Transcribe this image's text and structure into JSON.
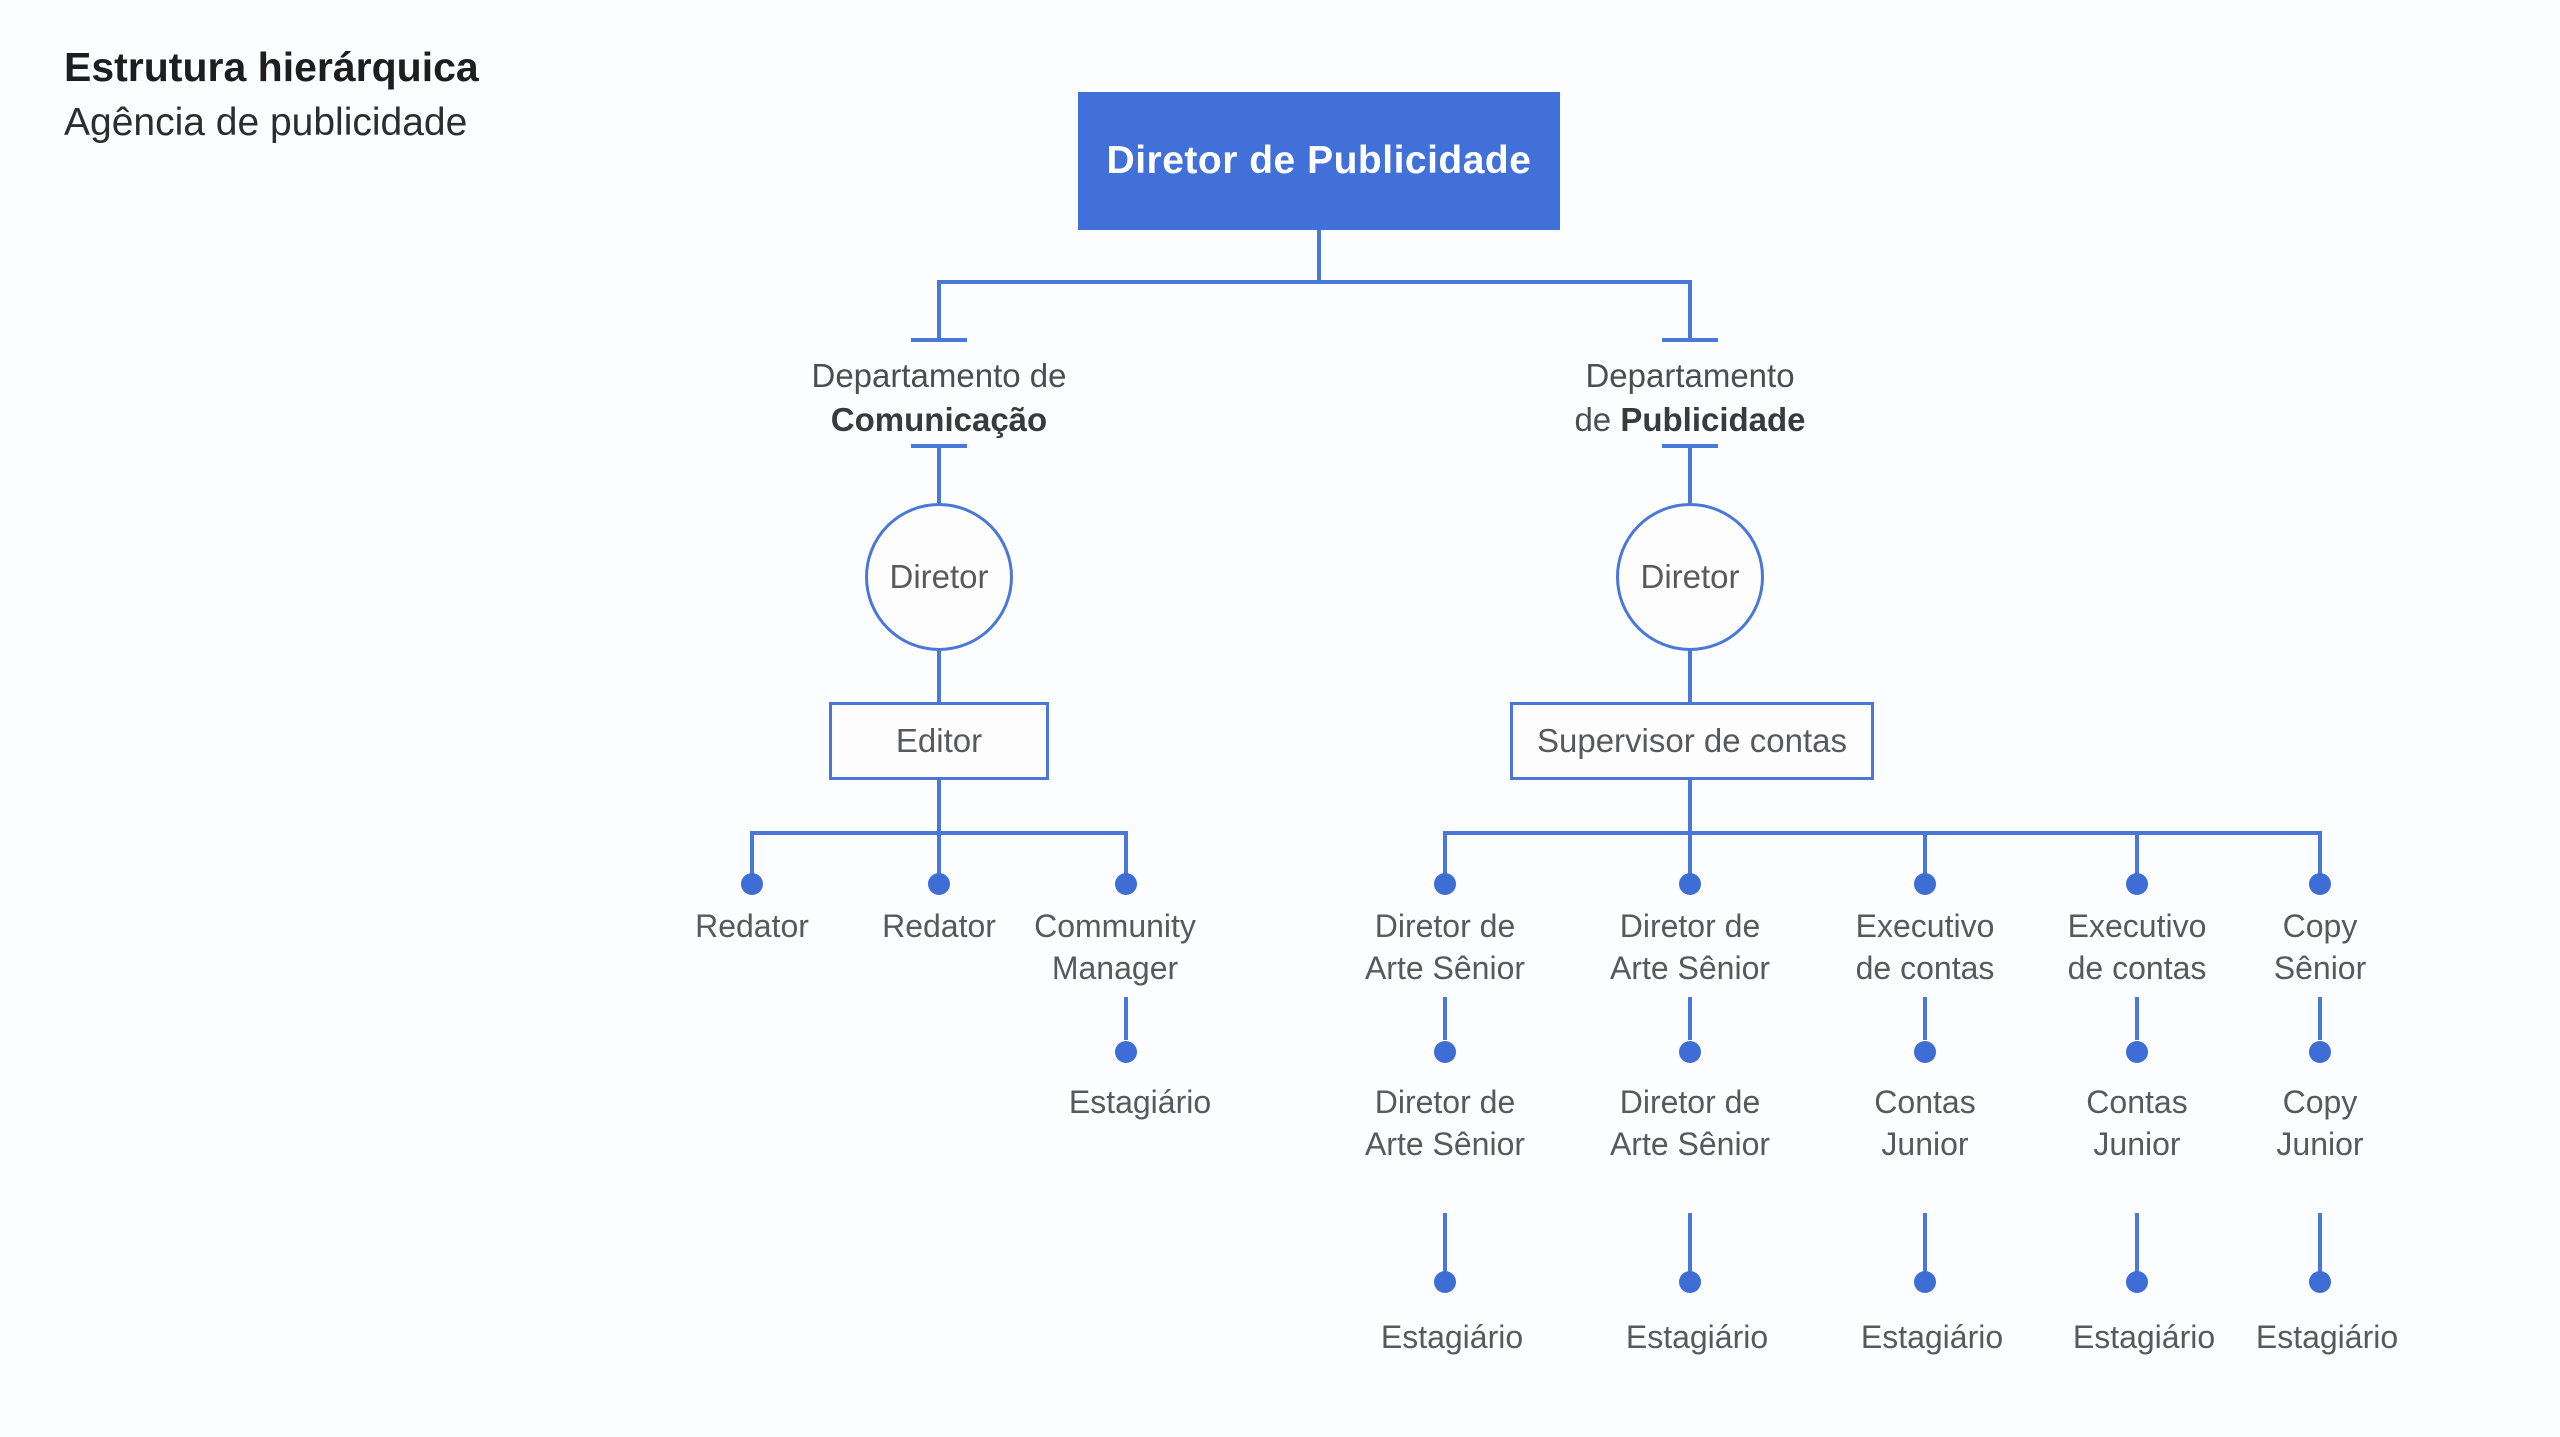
{
  "title": {
    "line1": "Estrutura hierárquica",
    "line2": "Agência de publicidade"
  },
  "root": {
    "label": "Diretor de Publicidade"
  },
  "colors": {
    "node_blue": "#4270D9",
    "line_blue": "#4A78D9",
    "dot_blue": "#3F6DD6",
    "text_gray": "#58595B",
    "title_black": "#1E1E1E"
  },
  "left": {
    "department_line1": "Departamento de",
    "department_line2_prefix": "",
    "department_line2_bold": "Comunicação",
    "director": "Diretor",
    "manager_box": "Editor",
    "children": [
      "Redator",
      "Redator",
      "Community\nManager"
    ],
    "grandchild": "Estagiário"
  },
  "right": {
    "department_line1": "Departamento",
    "department_line2_prefix": "de ",
    "department_line2_bold": "Publicidade",
    "director": "Diretor",
    "manager_box": "Supervisor de contas",
    "columns": [
      {
        "level1": "Diretor de\nArte Sênior",
        "level2": "Diretor de\nArte Sênior",
        "level3": "Estagiário"
      },
      {
        "level1": "Diretor de\nArte Sênior",
        "level2": "Diretor de\nArte Sênior",
        "level3": "Estagiário"
      },
      {
        "level1": "Executivo\nde contas",
        "level2": "Contas\nJunior",
        "level3": "Estagiário"
      },
      {
        "level1": "Executivo\nde contas",
        "level2": "Contas\nJunior",
        "level3": "Estagiário"
      },
      {
        "level1": "Copy\nSênior",
        "level2": "Copy\nJunior",
        "level3": "Estagiário"
      }
    ]
  }
}
